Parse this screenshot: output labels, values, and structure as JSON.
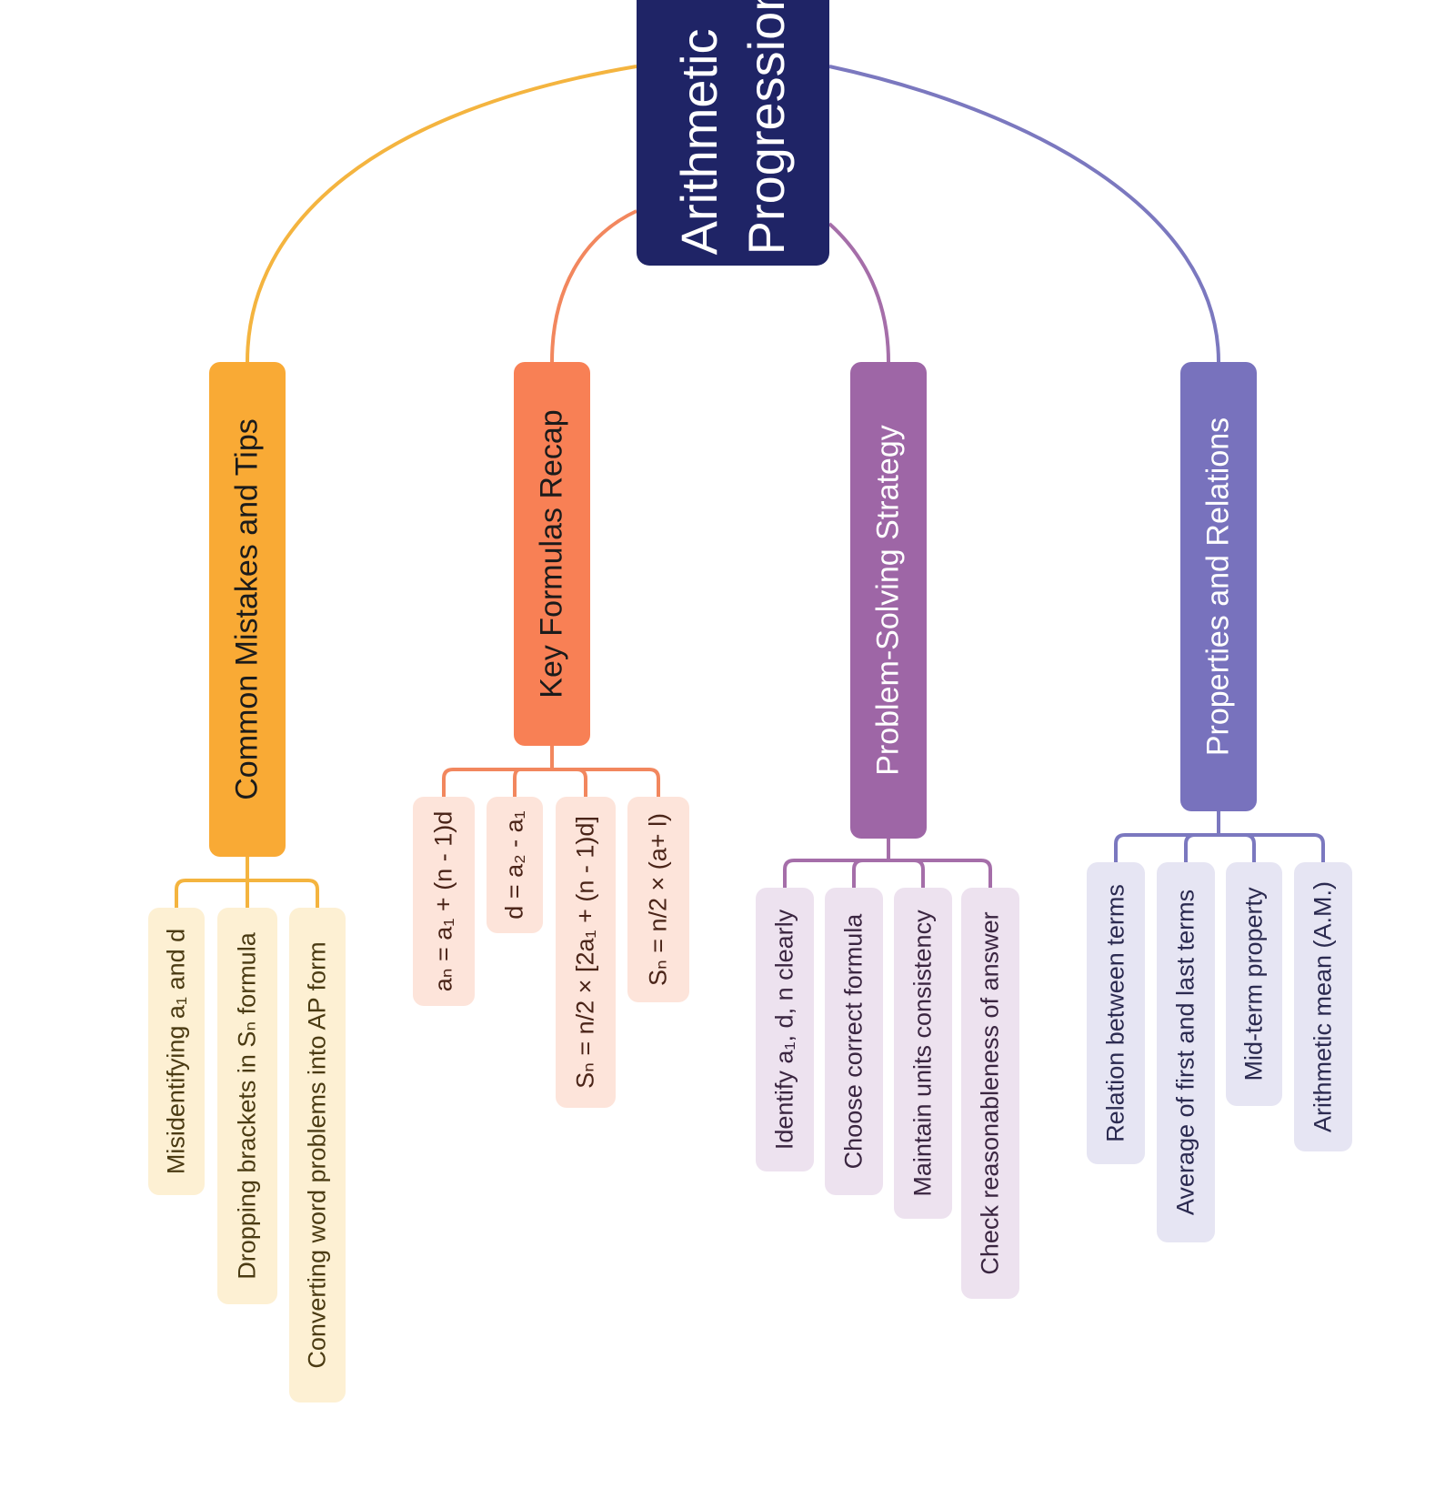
{
  "root": {
    "title_line1": "Arithmetic",
    "title_line2": "Progression"
  },
  "branches": {
    "mistakes": {
      "label": "Common Mistakes and Tips",
      "items": [
        "Misidentifying a₁ and d",
        "Dropping brackets in Sₙ formula",
        "Converting word problems into AP form"
      ]
    },
    "formulas": {
      "label": "Key Formulas Recap",
      "items": [
        "aₙ = a₁ + (n - 1)d",
        "d = a₂ - a₁",
        "Sₙ = n/2 × [2a₁ + (n - 1)d]",
        "Sₙ = n/2 × (a+ l)"
      ]
    },
    "strategy": {
      "label": "Problem-Solving Strategy",
      "items": [
        "Identify a₁, d, n clearly",
        "Choose correct formula",
        "Maintain units consistency",
        "Check reasonableness of answer"
      ]
    },
    "properties": {
      "label": "Properties and Relations",
      "items": [
        "Relation between terms",
        "Average of first and last terms",
        "Mid-term property",
        "Arithmetic mean (A.M.)"
      ]
    }
  },
  "colors": {
    "root": "#1f2466",
    "mistakes": "#f9aa35",
    "formulas": "#f88055",
    "strategy": "#9e66a6",
    "properties": "#7872bd",
    "mistakes_leaf": "#fdf0d3",
    "formulas_leaf": "#fde4da",
    "strategy_leaf": "#ede2ef",
    "properties_leaf": "#e6e5f3"
  }
}
